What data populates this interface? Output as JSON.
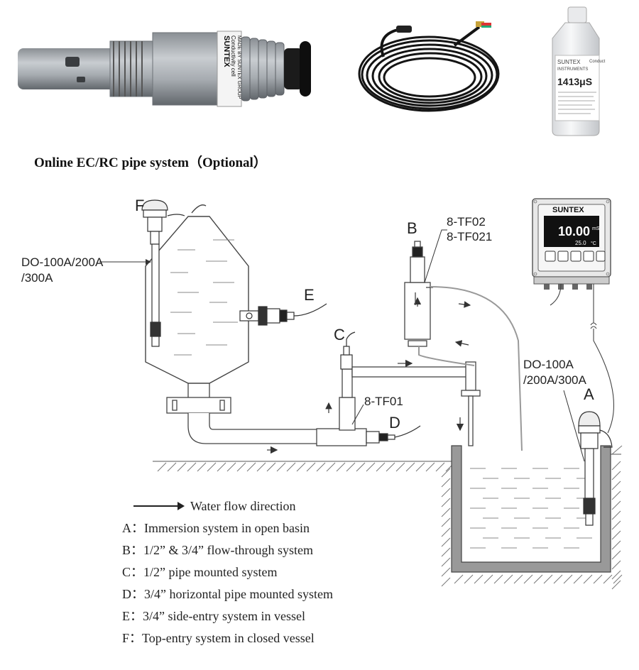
{
  "heading": "Online EC/RC pipe system（Optional）",
  "products": {
    "sensor_brand": "SUNTEX",
    "sensor_line1": "Conductivity cell",
    "sensor_line2": "MADE BY SUNTEX GROUP",
    "bottle_value": "1413μS",
    "bottle_brand": "SUNTEX",
    "bottle_sub": "INSTRUMENTS",
    "bottle_side": "Conduct"
  },
  "meter": {
    "brand": "SUNTEX",
    "reading": "10.00",
    "unit": "mS",
    "temp": "25.0",
    "temp_unit": "°C"
  },
  "callouts": {
    "F": "F",
    "E": "E",
    "C": "C",
    "D": "D",
    "B": "B",
    "A": "A",
    "tf02": "8-TF02",
    "tf021": "8-TF021",
    "tf01": "8-TF01",
    "do_left_1": "DO-100A/200A",
    "do_left_2": "/300A",
    "do_right_1": "DO-100A",
    "do_right_2": "/200A/300A"
  },
  "legend": {
    "flow": "Water flow direction",
    "items": [
      "A：Immersion system in open basin",
      "B：1/2” & 3/4” flow-through system",
      "C：1/2” pipe mounted system",
      "D：3/4” horizontal pipe mounted system",
      "E：3/4” side-entry system in vessel",
      "F：Top-entry system in closed vessel"
    ]
  }
}
